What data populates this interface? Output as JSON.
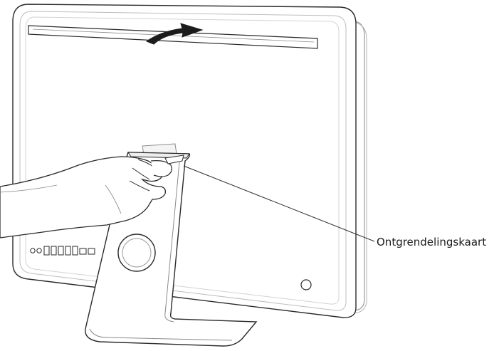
{
  "diagram": {
    "callouts": [
      {
        "id": "release-card",
        "label": "Ontgrendelingskaart"
      }
    ],
    "ports_count": 9
  },
  "colors": {
    "stroke": "#2a2a2a",
    "light_stroke": "#9a9a9a",
    "arrow_fill": "#1c1c1c",
    "hand_fill": "#ffffff"
  }
}
